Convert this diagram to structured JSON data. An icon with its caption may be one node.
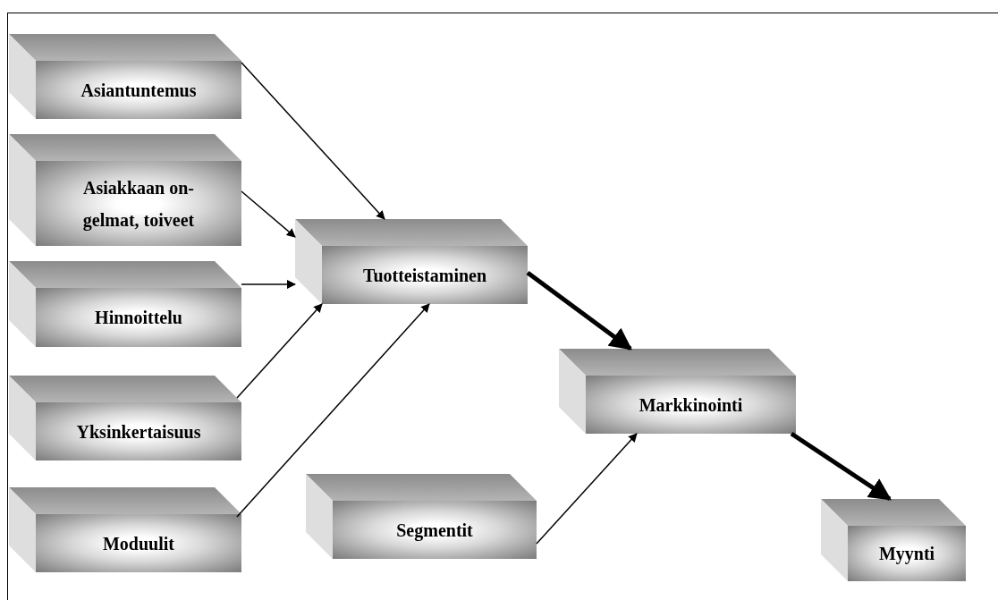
{
  "diagram": {
    "nodes": [
      {
        "text": [
          "Asiantuntemus"
        ]
      },
      {
        "text": [
          "Asiakkaan on-gelmat, toiveet"
        ]
      },
      {
        "text": [
          "Hinnoittelu"
        ]
      },
      {
        "text": [
          "Yksinkertaisuus"
        ]
      },
      {
        "text": [
          "Moduulit"
        ]
      },
      {
        "text": [
          "Tuotteistaminen"
        ]
      },
      {
        "text": [
          "Segmentit"
        ]
      },
      {
        "text": [
          "Markkinointi"
        ]
      },
      {
        "text": [
          "Myynti"
        ]
      }
    ],
    "edges": [
      {
        "from": 0,
        "to": 5,
        "arrow": "to"
      },
      {
        "from": 1,
        "to": 5,
        "arrow": "to"
      },
      {
        "from": 2,
        "to": 5,
        "arrow": "to"
      },
      {
        "from": 3,
        "to": 5,
        "arrow": "to"
      },
      {
        "from": 4,
        "to": 5,
        "arrow": "to"
      },
      {
        "from": 5,
        "to": 7,
        "arrow": "to",
        "style": "thick"
      },
      {
        "from": 6,
        "to": 7,
        "arrow": "to"
      },
      {
        "from": 7,
        "to": 8,
        "arrow": "to",
        "style": "thick"
      }
    ]
  }
}
